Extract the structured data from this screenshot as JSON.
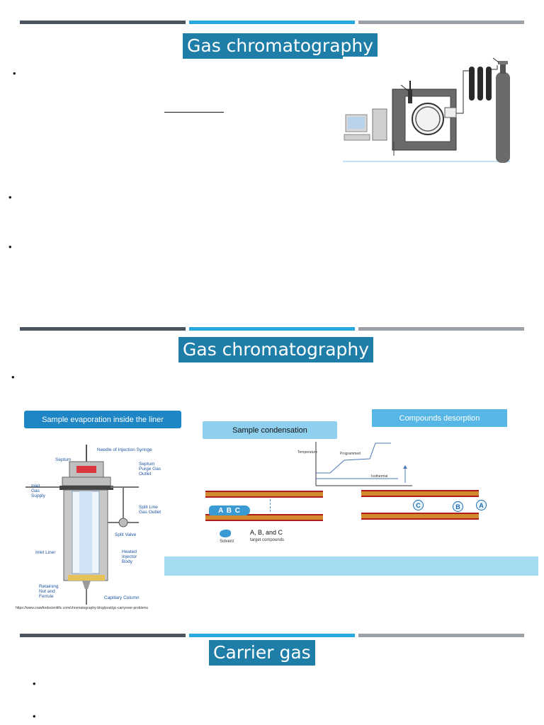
{
  "colors": {
    "bar_dark": "#4a5560",
    "bar_blue": "#27a8df",
    "bar_gray": "#9aa0a6",
    "title_bg": "#1f7ea8",
    "tube": "#d28a2f",
    "septum": "#d9363e"
  },
  "slide1": {
    "title": "Gas chromatography",
    "bullets": [
      "",
      "",
      ""
    ],
    "figure": "gc-instrument-illustration"
  },
  "slide2": {
    "title": "Gas chromatography",
    "bullets": [
      ""
    ],
    "panel_left_title": "Sample evaporation inside the liner",
    "panel_mid_title": "Sample condensation",
    "panel_right_title": "Compounds desorption",
    "injector_labels": {
      "needle": "Needle of Injection Syringe",
      "septum": "Septum",
      "septum_purge": "Septum\nPurge Gas\nOutlet",
      "inlet_gas": "Inlet\nGas\nSupply",
      "split_line": "Split Line\nGas Outlet",
      "split_valve": "Split Valve",
      "inlet_liner": "Inlet Liner",
      "heated_body": "Heated\nInjector\nBody",
      "retaining": "Retaining\nNut and\nFerrule",
      "capillary": "Capillary Column"
    },
    "source_url": "https://www.crawfordscientific.com/chromatography-blog/post/gc-carryover-problems",
    "temp_chart": {
      "ylabel": "Temperature",
      "programmed": "Programmed",
      "isothermal": "Isothermal"
    },
    "compounds_blob": "A B C",
    "compound_labels": [
      "C",
      "B",
      "A"
    ],
    "legend_solvent": "Solvent",
    "legend_compounds": "A, B, and C",
    "legend_compounds_sub": "target compounds"
  },
  "slide3": {
    "title": "Carrier gas",
    "bullets": [
      "",
      ""
    ]
  }
}
